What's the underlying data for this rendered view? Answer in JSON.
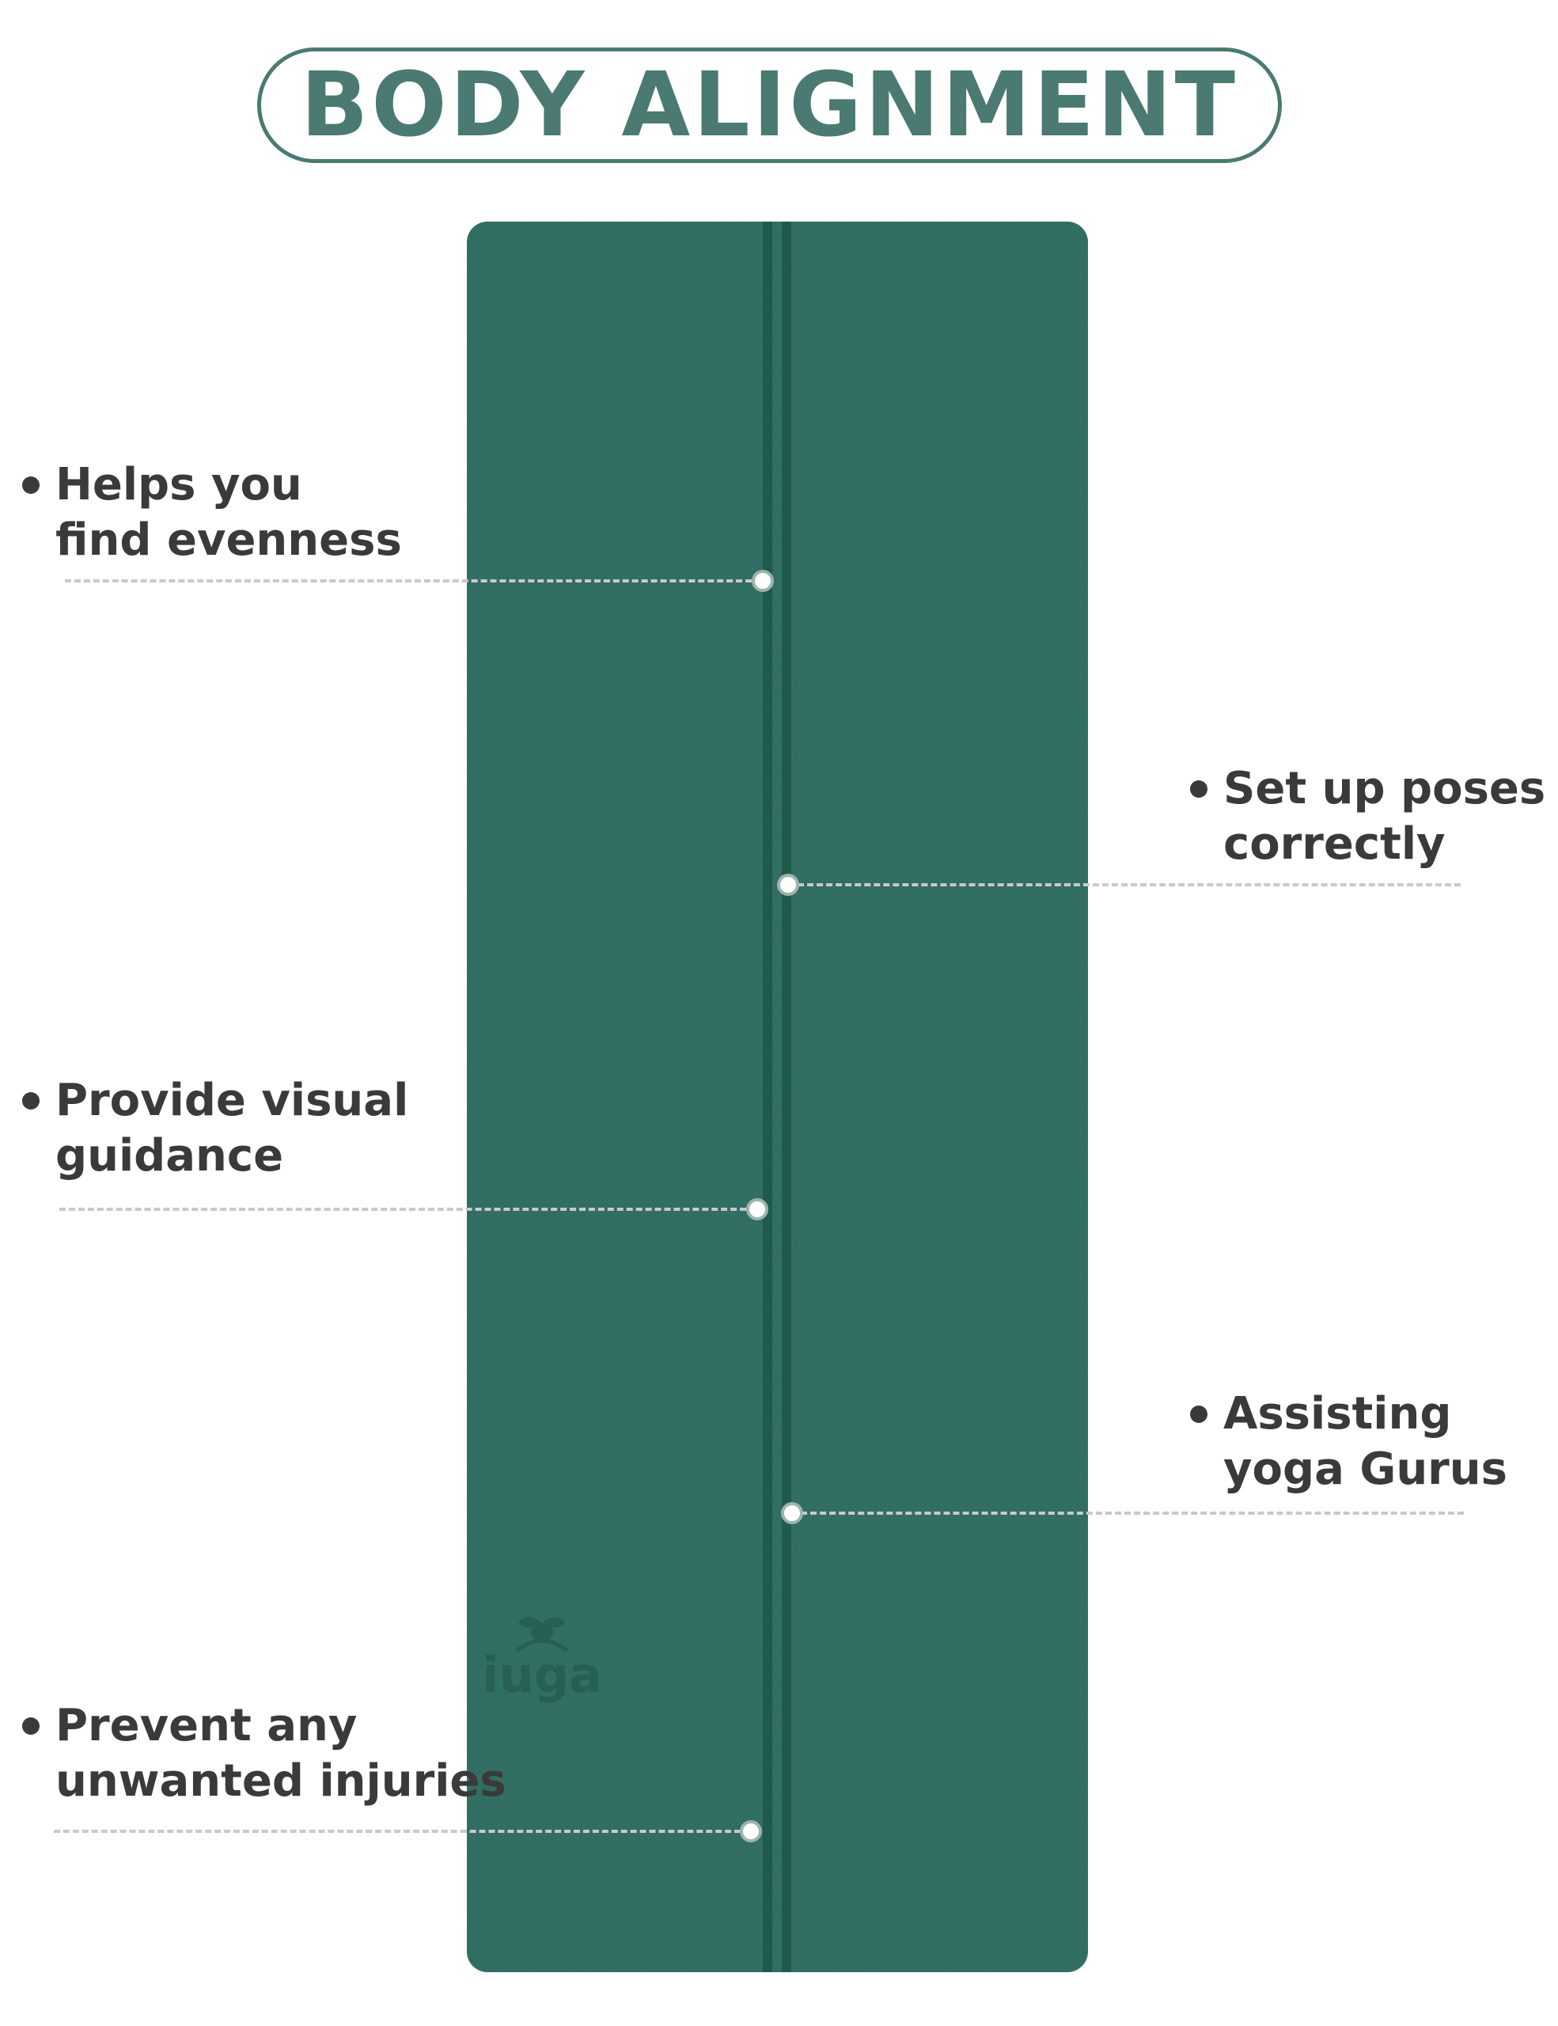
{
  "title": "BODY ALIGNMENT",
  "brand": {
    "logo_text": "iuga",
    "logo_icon": "bird-icon"
  },
  "features": [
    {
      "lines": [
        "Helps you",
        "find evenness"
      ]
    },
    {
      "lines": [
        "Set up poses",
        "correctly"
      ]
    },
    {
      "lines": [
        "Provide visual",
        "guidance"
      ]
    },
    {
      "lines": [
        "Assisting",
        "yoga Gurus"
      ]
    },
    {
      "lines": [
        "Prevent any",
        "unwanted injuries"
      ]
    }
  ],
  "colors": {
    "title": "#4a7a72",
    "mat": "#2f6d62",
    "mat_stripe": "#1f5a4c",
    "text": "#3a3a3a",
    "leader": "#c9c9c9"
  }
}
